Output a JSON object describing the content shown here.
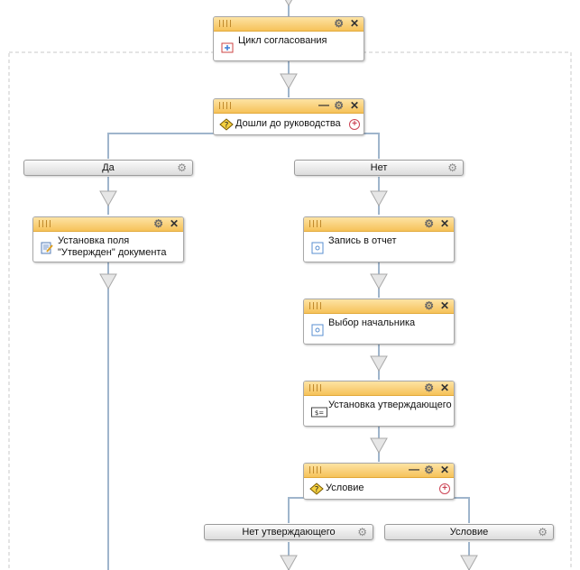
{
  "blocks": {
    "cycle": {
      "label": "Цикл согласования"
    },
    "reached": {
      "label": "Дошли до руководства"
    },
    "set_field": {
      "label_line1": "Установка поля",
      "label_line2": "\"Утвержден\" документа"
    },
    "report": {
      "label": "Запись в отчет"
    },
    "boss": {
      "label": "Выбор начальника"
    },
    "approver": {
      "label": "Установка утверждающего"
    },
    "condition": {
      "label": "Условие"
    }
  },
  "branches": {
    "yes": "Да",
    "no": "Нет",
    "no_approver": "Нет утверждающего",
    "condition": "Условие"
  },
  "glyphs": {
    "close": "✕",
    "gear": "⚙",
    "minimize": "—",
    "plus": "+"
  },
  "colors": {
    "header_top": "#fde3a4",
    "header_bottom": "#f6c25a",
    "connector": "#9fb5cc",
    "arrow": "#d9d9d9"
  }
}
